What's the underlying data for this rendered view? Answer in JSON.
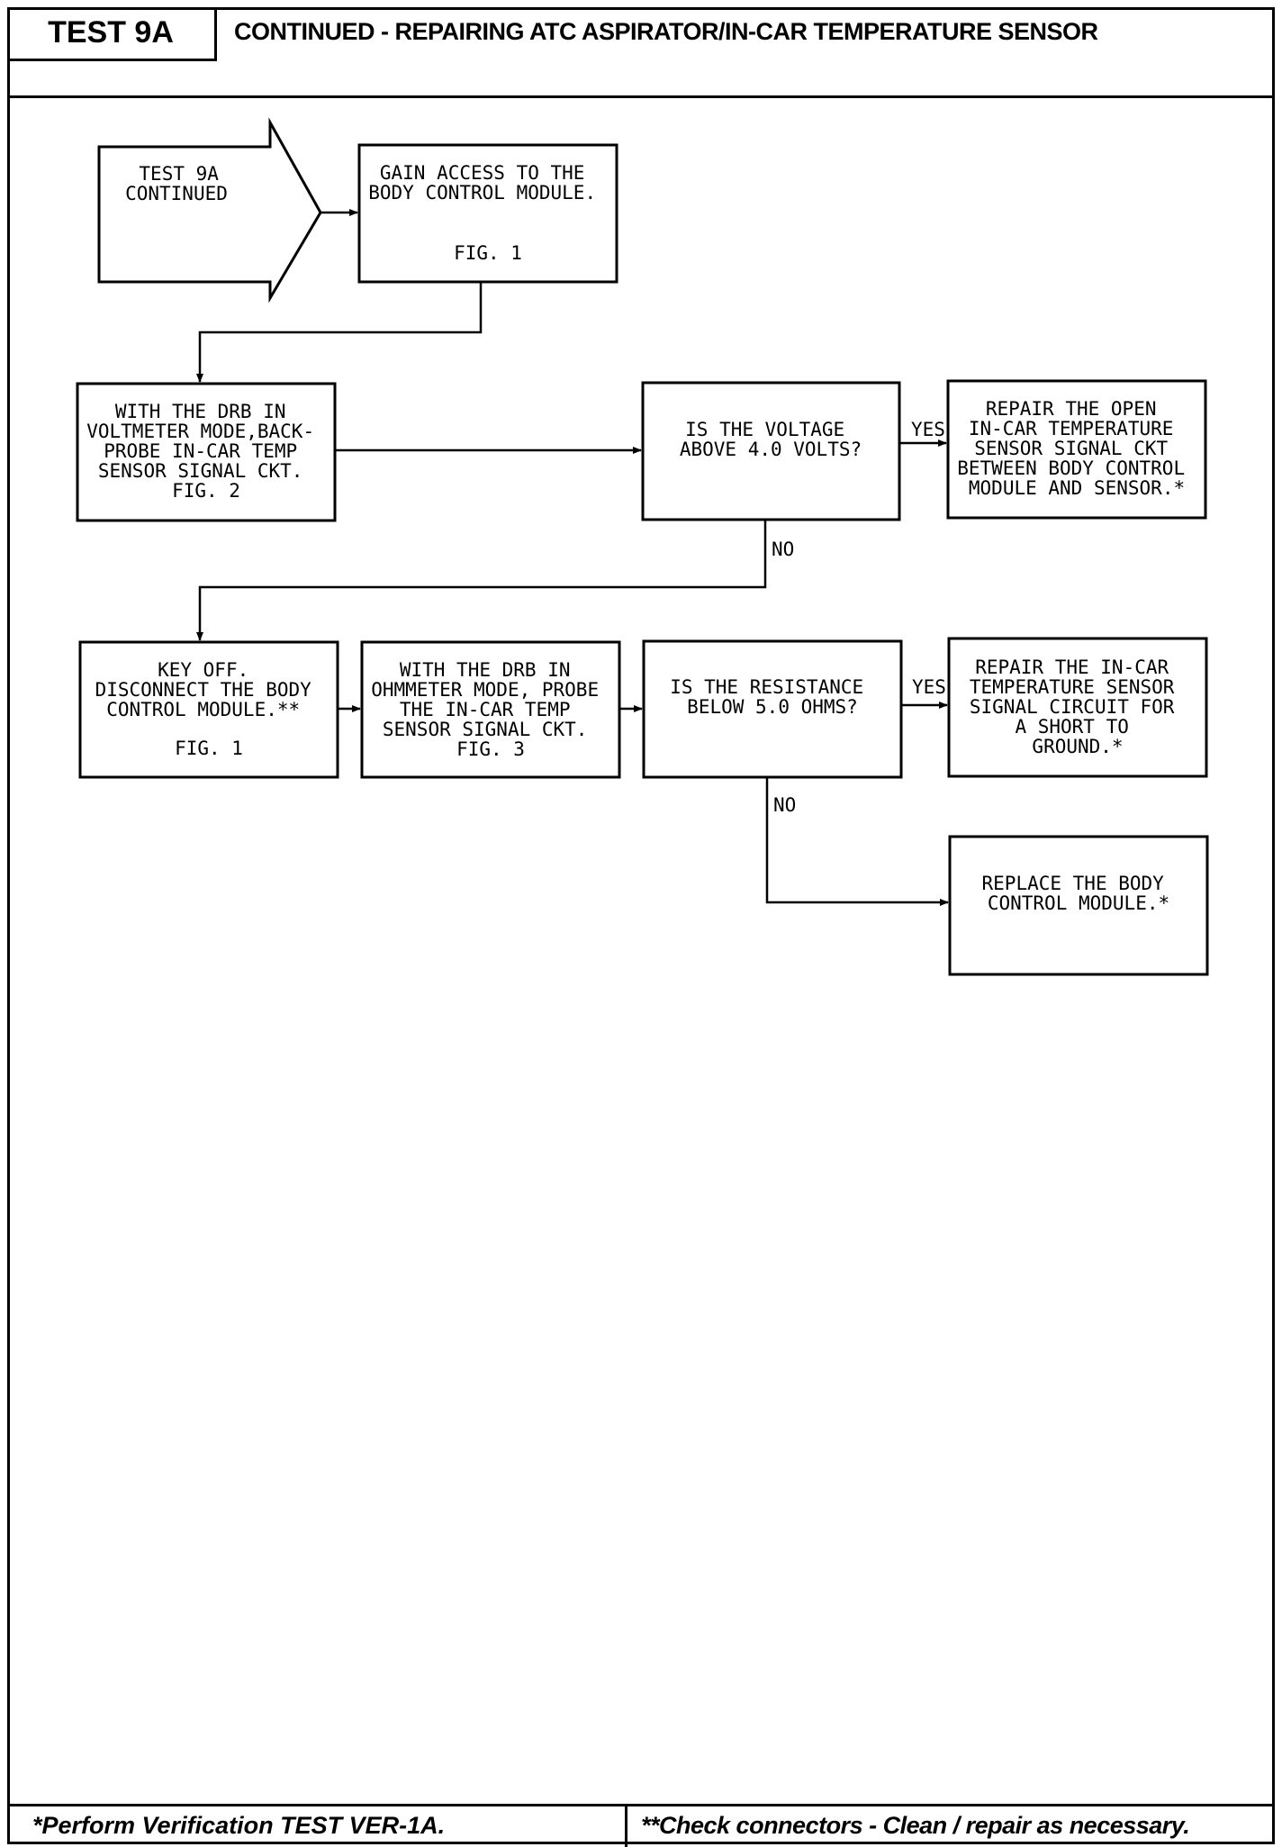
{
  "header": {
    "test_id": "TEST 9A",
    "title": "CONTINUED - REPAIRING ATC ASPIRATOR/IN-CAR TEMPERATURE SENSOR"
  },
  "flowchart": {
    "start": {
      "lines": [
        "TEST 9A",
        "CONTINUED"
      ]
    },
    "gain_access": {
      "lines": [
        "GAIN ACCESS TO THE",
        "BODY CONTROL MODULE.",
        "",
        "FIG. 1"
      ]
    },
    "backprobe": {
      "lines": [
        "WITH THE DRB IN",
        "VOLTMETER MODE,BACK-",
        "PROBE IN-CAR TEMP",
        "SENSOR SIGNAL CKT.",
        "FIG. 2"
      ]
    },
    "voltage_decision": {
      "lines": [
        "IS THE VOLTAGE",
        "ABOVE 4.0 VOLTS?"
      ]
    },
    "repair_open": {
      "lines": [
        "REPAIR THE OPEN",
        "IN-CAR TEMPERATURE",
        "SENSOR SIGNAL CKT",
        "BETWEEN BODY CONTROL",
        "MODULE AND SENSOR.*"
      ]
    },
    "key_off": {
      "lines": [
        "KEY OFF.",
        "DISCONNECT THE BODY",
        "CONTROL MODULE.**",
        "",
        "FIG. 1"
      ]
    },
    "ohmmeter": {
      "lines": [
        "WITH THE DRB IN",
        "OHMMETER MODE, PROBE",
        "THE IN-CAR TEMP",
        "SENSOR SIGNAL CKT.",
        "FIG. 3"
      ]
    },
    "resistance_decision": {
      "lines": [
        "IS THE RESISTANCE",
        "BELOW 5.0 OHMS?"
      ]
    },
    "repair_short": {
      "lines": [
        "REPAIR THE IN-CAR",
        "TEMPERATURE SENSOR",
        "SIGNAL CIRCUIT FOR",
        "A SHORT TO",
        "GROUND.*"
      ]
    },
    "replace_bcm": {
      "lines": [
        "REPLACE THE BODY",
        "CONTROL MODULE.*"
      ]
    },
    "edge_labels": {
      "yes_voltage": "YES",
      "no_voltage": "NO",
      "yes_resistance": "YES",
      "no_resistance": "NO"
    }
  },
  "footer": {
    "left_note": "*Perform Verification TEST VER-1A.",
    "right_note": "**Check connectors - Clean / repair as necessary."
  }
}
